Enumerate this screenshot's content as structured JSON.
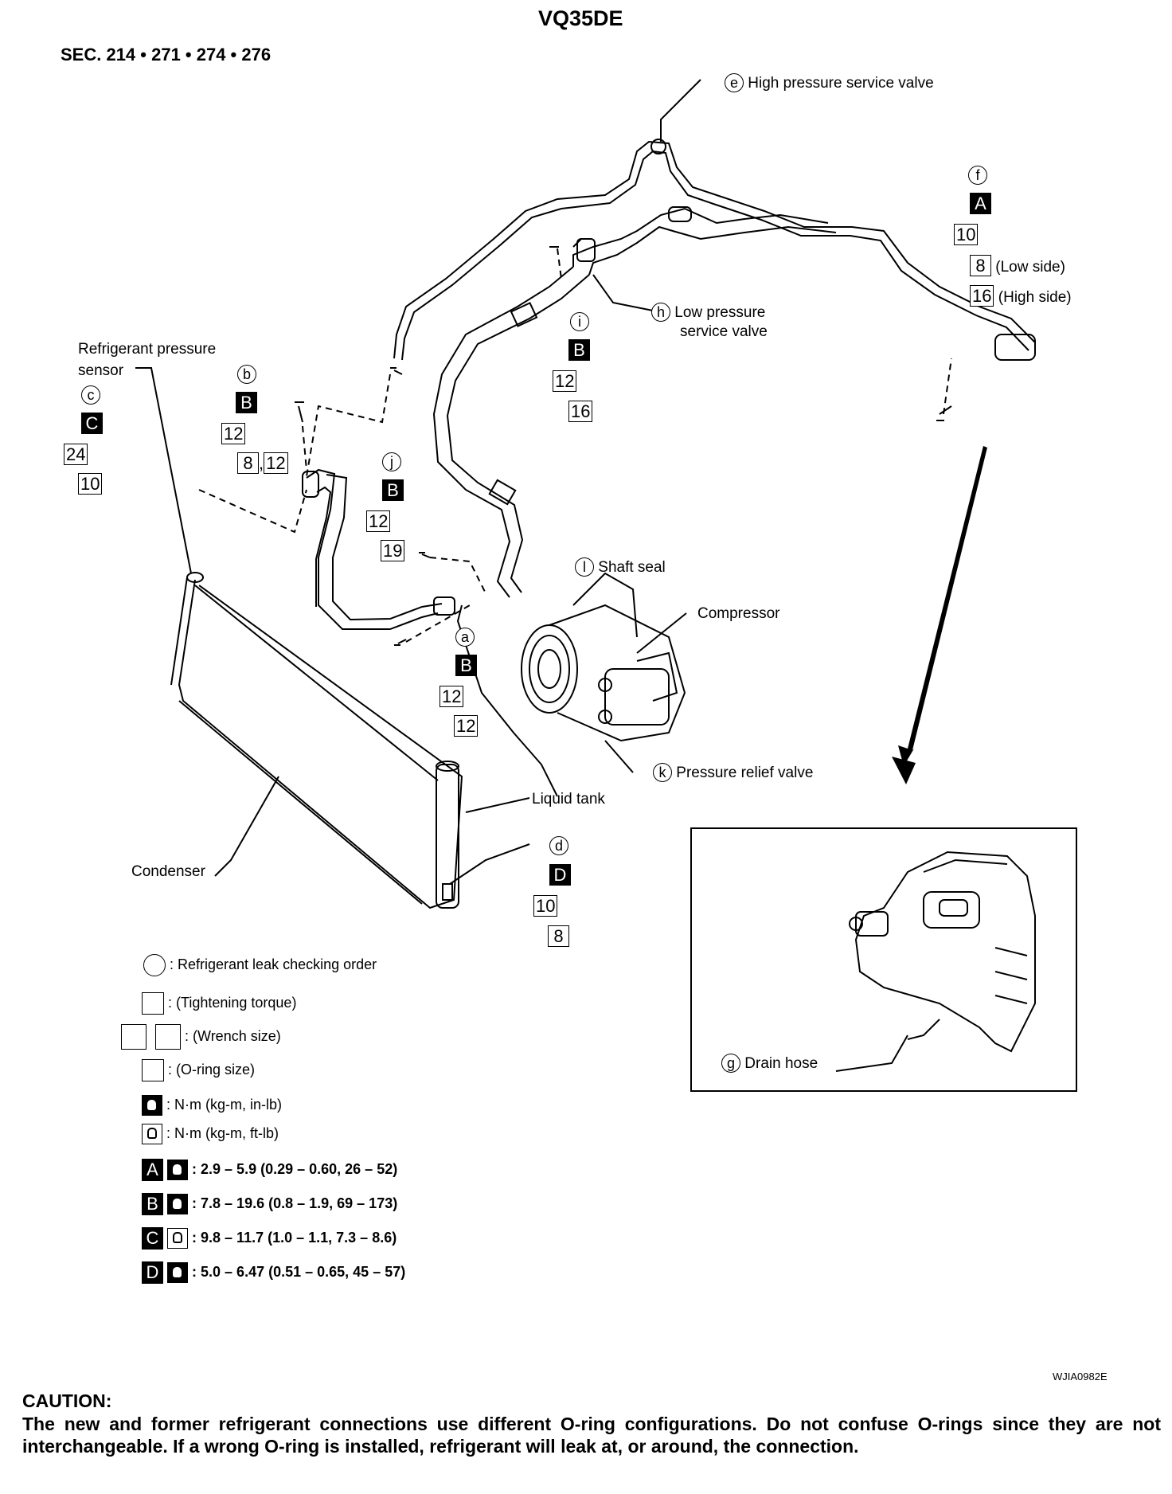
{
  "title": "VQ35DE",
  "section": "SEC. 214 • 271 • 274 • 276",
  "callouts": {
    "e": {
      "letter": "e",
      "label": "High pressure service valve"
    },
    "f": {
      "letter": "f",
      "grade": "A",
      "torque": "10",
      "oring1": "8",
      "oring1_note": "(Low side)",
      "oring2": "16",
      "oring2_note": "(High side)"
    },
    "h": {
      "letter": "h",
      "label_line1": "Low pressure",
      "label_line2": "service valve"
    },
    "i": {
      "letter": "i",
      "grade": "B",
      "torque": "12",
      "oring": "16"
    },
    "c": {
      "letter": "c",
      "label_line1": "Refrigerant pressure",
      "label_line2": "sensor",
      "grade": "C",
      "wrench": "24",
      "oring": "10"
    },
    "b": {
      "letter": "b",
      "grade": "B",
      "torque": "12",
      "oring": "8",
      "sep": ",",
      "oring2": "12"
    },
    "j": {
      "letter": "j",
      "grade": "B",
      "torque": "12",
      "oring": "19"
    },
    "l": {
      "letter": "l",
      "label": "Shaft seal"
    },
    "compressor": {
      "label": "Compressor"
    },
    "a": {
      "letter": "a",
      "grade": "B",
      "torque": "12",
      "oring": "12"
    },
    "k": {
      "letter": "k",
      "label": "Pressure relief valve"
    },
    "liquid_tank": {
      "label": "Liquid tank"
    },
    "condenser": {
      "label": "Condenser"
    },
    "d": {
      "letter": "d",
      "grade": "D",
      "torque": "10",
      "oring": "8"
    },
    "g": {
      "letter": "g",
      "label": "Drain hose"
    }
  },
  "legend": {
    "leak_order": ": Refrigerant leak checking order",
    "tightening": ": (Tightening torque)",
    "wrench": ": (Wrench size)",
    "oring": ": (O-ring size)",
    "unit_inlb": ": N·m (kg-m, in-lb)",
    "unit_ftlb": ": N·m (kg-m, ft-lb)",
    "specs": [
      {
        "grade": "A",
        "text": ": 2.9 – 5.9 (0.29 – 0.60, 26 – 52)"
      },
      {
        "grade": "B",
        "text": ": 7.8 – 19.6 (0.8 – 1.9, 69 – 173)"
      },
      {
        "grade": "C",
        "text": ": 9.8 – 11.7 (1.0 – 1.1, 7.3 – 8.6)"
      },
      {
        "grade": "D",
        "text": ": 5.0 – 6.47 (0.51 – 0.65, 45 – 57)"
      }
    ]
  },
  "figure_code": "WJIA0982E",
  "caution": {
    "heading": "CAUTION:",
    "text": "The new and former refrigerant connections use different O-ring configurations. Do not confuse O-rings since they are not interchangeable. If a wrong O-ring is installed, refrigerant will leak at, or around, the connection."
  }
}
